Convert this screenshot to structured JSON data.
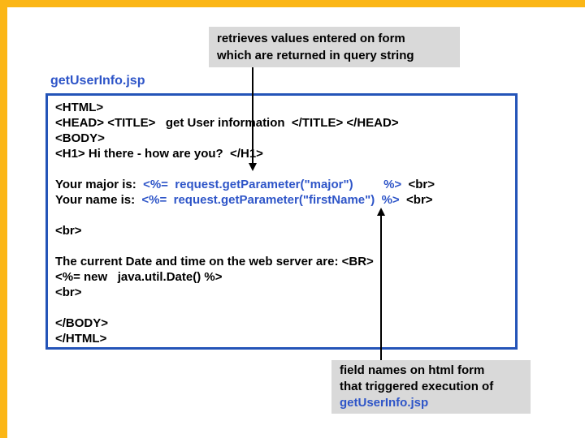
{
  "slide_type": "presentation-slide",
  "colors": {
    "accent_yellow": "#FBB616",
    "callout_gray": "#D9D9D9",
    "code_box_border_blue": "#2454B8",
    "code_blue": "#2E55C8",
    "text_black": "#000000",
    "background": "#FFFFFF"
  },
  "callout_top": {
    "line1": "retrieves values entered on form",
    "line2": "which are returned in query string"
  },
  "file_label": "getUserInfo.jsp",
  "code": {
    "lines": {
      "l1": "<HTML>",
      "l2": "<HEAD> <TITLE>   get User information  </TITLE> </HEAD>",
      "l3": "<BODY>",
      "l4": "<H1> Hi there - how are you?  </H1>",
      "l6": {
        "a": "Your major is:  ",
        "b": "<%=  request.getParameter(\"major\")         %>",
        "c": "  <br>"
      },
      "l7": {
        "a": "Your name is:  ",
        "b": "<%=  request.getParameter(\"firstName\")  %>",
        "c": "  <br>"
      },
      "l9": "<br>",
      "l11": "The current Date and time on the web server are: <BR>",
      "l12": "<%= new   java.util.Date() %>",
      "l13": "<br>",
      "l15": "</BODY>",
      "l16": "</HTML>"
    }
  },
  "callout_bottom": {
    "line1": "field names on html form",
    "line2": "that triggered execution of",
    "link": "getUserInfo.jsp"
  }
}
